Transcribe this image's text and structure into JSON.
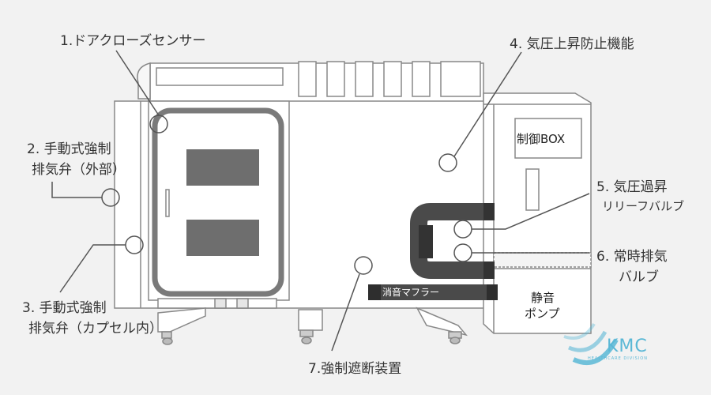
{
  "labels": {
    "l1": "1.ドアクローズセンサー",
    "l2a": "2. 手動式強制",
    "l2b": "排気弁（外部）",
    "l3a": "3. 手動式強制",
    "l3b": "排気弁（カプセル内）",
    "l4": "4. 気圧上昇防止機能",
    "l5a": "5. 気圧過昇",
    "l5b": "リリーフバルブ",
    "l6a": "6. 常時排気",
    "l6b": "バルブ",
    "l7": "7.強制遮断装置"
  },
  "box": {
    "control": "制御BOX",
    "muffler": "消音マフラー",
    "pump_a": "静音",
    "pump_b": "ポンプ"
  },
  "logo": {
    "text": "KMC",
    "subtext": "HEALTHCARE DIVISION",
    "color": "#5bb8d6"
  },
  "colors": {
    "background": "#f2f2f2",
    "line": "#666666",
    "dark": "#555555",
    "panel": "#7a7a7a"
  }
}
